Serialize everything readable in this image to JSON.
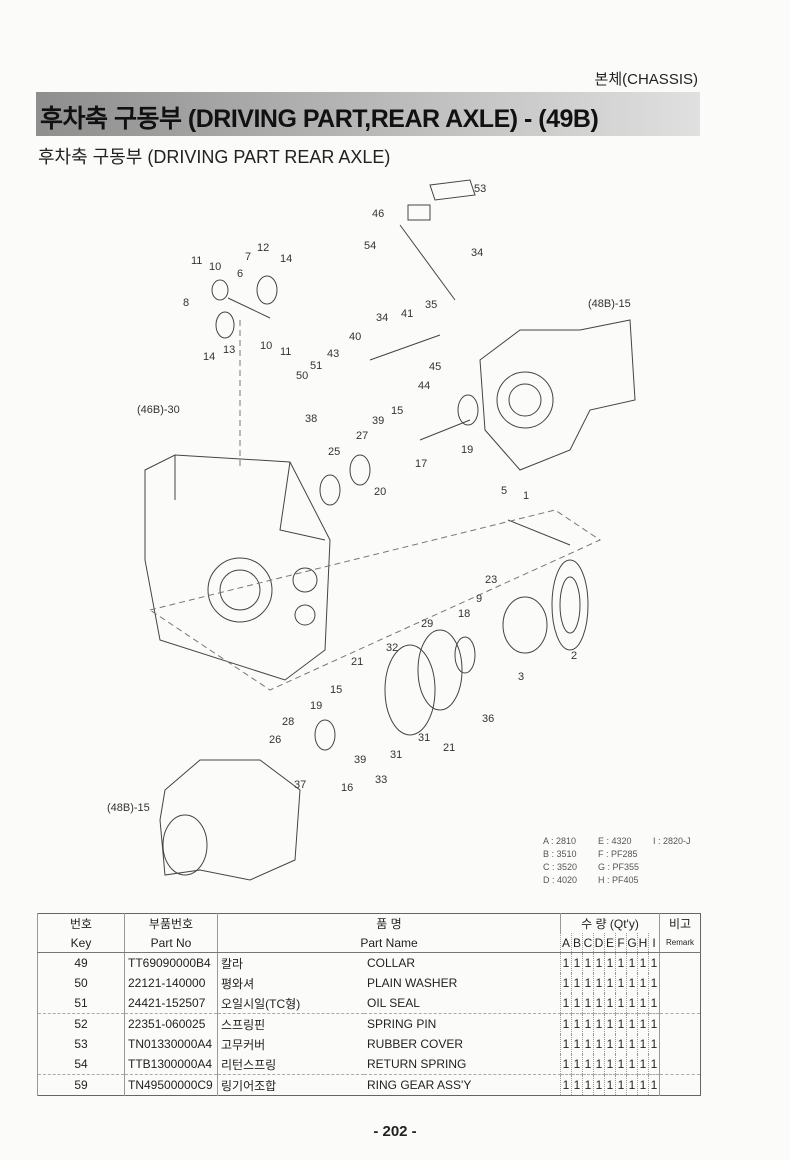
{
  "section": "본체(CHASSIS)",
  "banner": "후차축 구동부 (DRIVING PART,REAR AXLE) - (49B)",
  "subtitle": "후차축 구동부 (DRIVING PART REAR AXLE)",
  "callouts": [
    "53",
    "46",
    "54",
    "34",
    "12",
    "11",
    "10",
    "7",
    "14",
    "6",
    "8",
    "35",
    "41",
    "34",
    "40",
    "43",
    "51",
    "50",
    "45",
    "44",
    "38",
    "14",
    "13",
    "10",
    "11",
    "(48B)-15",
    "(46B)-30",
    "39",
    "15",
    "27",
    "25",
    "19",
    "17",
    "20",
    "5",
    "1",
    "23",
    "9",
    "18",
    "29",
    "32",
    "21",
    "15",
    "19",
    "28",
    "26",
    "37",
    "39",
    "16",
    "33",
    "31",
    "31",
    "21",
    "36",
    "2",
    "3",
    "(48B)-15"
  ],
  "legend": [
    "A : 2810",
    "B : 3510",
    "C : 3520",
    "D : 4020",
    "E : 4320",
    "F : PF285",
    "G : PF355",
    "H : PF405",
    "I : 2820-J"
  ],
  "table": {
    "headers": {
      "key_ko": "번호",
      "key_en": "Key",
      "partno_ko": "부품번호",
      "partno_en": "Part No",
      "name_ko": "품      명",
      "name_en": "Part Name",
      "qty": "수 량 (Qt'y)",
      "remark_ko": "비고",
      "remark_en": "Remark",
      "models": [
        "A",
        "B",
        "C",
        "D",
        "E",
        "F",
        "G",
        "H",
        "I"
      ]
    },
    "rows": [
      {
        "key": "49",
        "part_no": "TT69090000B4",
        "name_ko": "칼라",
        "name_en": "COLLAR",
        "qty": [
          "1",
          "1",
          "1",
          "1",
          "1",
          "1",
          "1",
          "1",
          "1"
        ]
      },
      {
        "key": "50",
        "part_no": "22121-140000",
        "name_ko": "평와셔",
        "name_en": "PLAIN WASHER",
        "qty": [
          "1",
          "1",
          "1",
          "1",
          "1",
          "1",
          "1",
          "1",
          "1"
        ]
      },
      {
        "key": "51",
        "part_no": "24421-152507",
        "name_ko": "오일시일(TC형)",
        "name_en": "OIL SEAL",
        "qty": [
          "1",
          "1",
          "1",
          "1",
          "1",
          "1",
          "1",
          "1",
          "1"
        ]
      },
      {
        "key": "52",
        "part_no": "22351-060025",
        "name_ko": "스프링핀",
        "name_en": "SPRING PIN",
        "qty": [
          "1",
          "1",
          "1",
          "1",
          "1",
          "1",
          "1",
          "1",
          "1"
        ]
      },
      {
        "key": "53",
        "part_no": "TN01330000A4",
        "name_ko": "고무커버",
        "name_en": "RUBBER COVER",
        "qty": [
          "1",
          "1",
          "1",
          "1",
          "1",
          "1",
          "1",
          "1",
          "1"
        ]
      },
      {
        "key": "54",
        "part_no": "TTB1300000A4",
        "name_ko": "리턴스프링",
        "name_en": "RETURN SPRING",
        "qty": [
          "1",
          "1",
          "1",
          "1",
          "1",
          "1",
          "1",
          "1",
          "1"
        ]
      },
      {
        "key": "59",
        "part_no": "TN49500000C9",
        "name_ko": "링기어조합",
        "name_en": "RING GEAR ASS'Y",
        "qty": [
          "1",
          "1",
          "1",
          "1",
          "1",
          "1",
          "1",
          "1",
          "1"
        ]
      }
    ]
  },
  "page_number": "- 202 -"
}
